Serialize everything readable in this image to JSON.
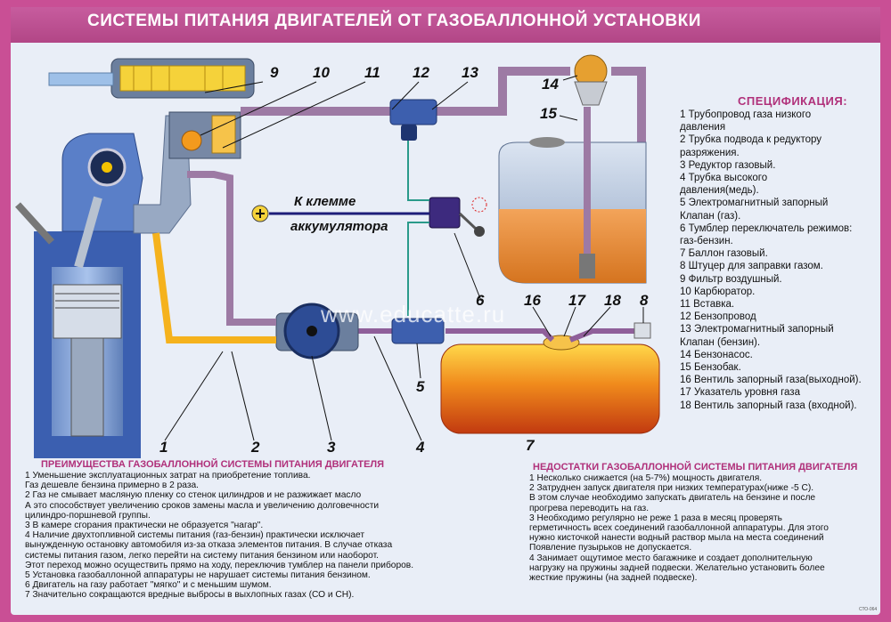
{
  "title": "СИСТЕМЫ ПИТАНИЯ ДВИГАТЕЛЕЙ ОТ ГАЗОБАЛЛОННОЙ УСТАНОВКИ",
  "callouts": {
    "n1": "1",
    "n2": "2",
    "n3": "3",
    "n4": "4",
    "n5": "5",
    "n6": "6",
    "n7": "7",
    "n8": "8",
    "n9": "9",
    "n10": "10",
    "n11": "11",
    "n12": "12",
    "n13": "13",
    "n14": "14",
    "n15": "15",
    "n16": "16",
    "n17": "17",
    "n18": "18"
  },
  "battery": {
    "line1": "К клемме",
    "line2": "аккумулятора"
  },
  "watermark": "www.educatte.ru",
  "spec": {
    "title": "СПЕЦИФИКАЦИЯ:",
    "items": [
      "1  Трубопровод газа  низкого",
      "    давления",
      "2  Трубка  подвода к  редуктору",
      "    разряжения.",
      "3 Редуктор газовый.",
      "4  Трубка  высокого",
      "    давления(медь).",
      "5  Электромагнитный запорный",
      "    Клапан (газ).",
      "6  Тумблер  переключатель режимов:",
      "    газ-бензин.",
      "7 Баллон газовый.",
      "8  Штуцер для заправки газом.",
      "9  Фильтр воздушный.",
      "10 Карбюратор.",
      "11 Вставка.",
      "12 Бензопровод",
      "13  Электромагнитный запорный",
      "     Клапан (бензин).",
      "14  Бензонасос.",
      "15 Бензобак.",
      "16 Вентиль запорный газа(выходной).",
      "17 Указатель уровня газа",
      "18 Вентиль запорный газа (входной)."
    ]
  },
  "advantages": {
    "title": "ПРЕИМУЩЕСТВА ГАЗОБАЛЛОННОЙ СИСТЕМЫ ПИТАНИЯ ДВИГАТЕЛЯ",
    "lines": [
      "1 Уменьшение эксплуатационных затрат на приобретение топлива.",
      "  Газ дешевле бензина примерно в 2 раза.",
      "2 Газ не смывает масляную пленку со стенок цилиндров и не разжижает масло",
      "А это способствует увеличению  сроков замены масла и увеличению долговечности",
      "цилиндро-поршневой группы.",
      "3 В камере сгорания практически не образуется \"нагар\".",
      "4 Наличие двухтопливной системы питания (газ-бензин) практически исключает",
      "вынужденную остановку автомобиля  из-за отказа элементов питания. В случае отказа",
      "системы питания газом, легко перейти на систему питания бензином или наоборот.",
      "Этот переход можно осуществить прямо на ходу, переключив тумблер на панели приборов.",
      "5 Установка газобаллонной аппаратуры не нарушает системы питания бензином.",
      "6 Двигатель на газу работает \"мягко\" и с меньшим шумом.",
      "7 Значительно сокращаются вредные выбросы в выхлопных газах (СО и СН)."
    ]
  },
  "disadvantages": {
    "title": "НЕДОСТАТКИ ГАЗОБАЛЛОННОЙ СИСТЕМЫ ПИТАНИЯ ДВИГАТЕЛЯ",
    "lines": [
      "1 Несколько снижается  (на 5-7%) мощность двигателя.",
      "2 Затруднен запуск двигателя при низких температурах(ниже -5 С).",
      "   В этом случае необходимо запускать двигатель на бензине и после",
      "   прогрева переводить на газ.",
      "3 Необходимо регулярно  не реже 1 раза в месяц проверять",
      "герметичность всех соединений газобаллонной аппаратуры. Для этого",
      "нужно кисточкой нанести водный раствор мыла на места соединений",
      "Появление пузырьков не допускается.",
      "4 Занимает ощутимое место багажнике и создает дополнительную",
      "нагрузку на пружины задней подвески. Желательно установить более",
      "жесткие пружины (на задней подвеске)."
    ]
  },
  "stamp": "СТО-064"
}
